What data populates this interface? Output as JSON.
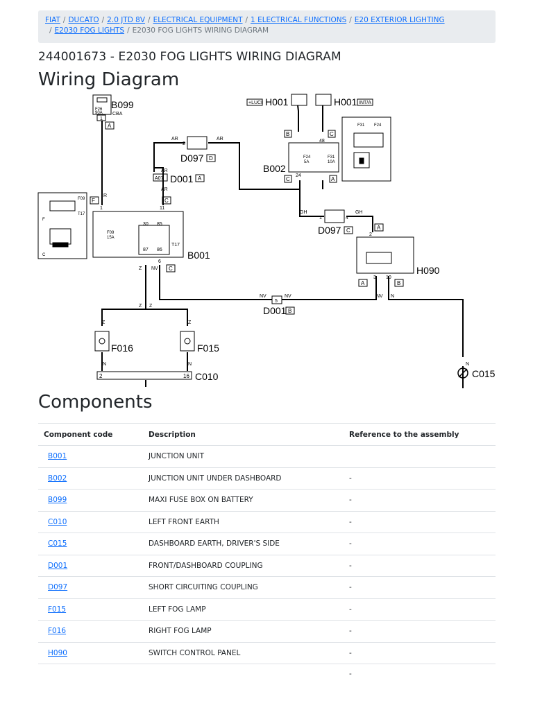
{
  "breadcrumb": {
    "items": [
      "FIAT",
      "DUCATO",
      "2.0 JTD 8V",
      "ELECTRICAL EQUIPMENT",
      "1 ELECTRICAL FUNCTIONS",
      "E20 EXTERIOR LIGHTING",
      "E2030 FOG LIGHTS"
    ],
    "current": "E2030 FOG LIGHTS WIRING DIAGRAM",
    "separator": "/"
  },
  "page_title": "244001673 - E2030 FOG LIGHTS WIRING DIAGRAM",
  "wiring_heading": "Wiring Diagram",
  "components_heading": "Components",
  "diagram": {
    "labels": {
      "b099": "B099",
      "cba": "CBA",
      "f26": "F26",
      "f26_rating": "90A",
      "h001_left": "H001",
      "luci": "+LUCI",
      "h001_right": "H001",
      "inta": "INT/A",
      "d097_top": "D097",
      "d097_mid": "D097",
      "b002": "B002",
      "d001_top": "D001",
      "a07": "A07",
      "f09": "F09",
      "t17": "T17",
      "t17_b": "T17",
      "b001": "B001",
      "f09_inner": "F09",
      "f09_rating": "15A",
      "f24": "F24",
      "f24_rating": "5A",
      "f31": "F31",
      "f31_rating": "10A",
      "f31_box": "F31",
      "f24_box": "F24",
      "h090": "H090",
      "d001_bottom": "D001",
      "f016": "F016",
      "f015": "F015",
      "c010": "C010",
      "c015": "C015",
      "ar": "AR",
      "r": "R",
      "gh": "GH",
      "nv": "NV",
      "n": "N",
      "z": "Z",
      "a": "A",
      "b": "B",
      "c": "C",
      "d": "D",
      "f": "F",
      "p1": "1",
      "p2": "2",
      "p3": "3",
      "p4": "4",
      "p5": "5",
      "p6": "6",
      "p10": "10",
      "p11": "11",
      "p16": "16",
      "p24": "24",
      "p30": "30",
      "p48": "48",
      "p85": "85",
      "p86": "86",
      "p87": "87"
    }
  },
  "table": {
    "headers": [
      "Component code",
      "Description",
      "Reference to the assembly"
    ],
    "rows": [
      {
        "code": "B001",
        "description": "JUNCTION UNIT",
        "reference": ""
      },
      {
        "code": "B002",
        "description": "JUNCTION UNIT UNDER DASHBOARD",
        "reference": "-"
      },
      {
        "code": "B099",
        "description": "MAXI FUSE BOX ON BATTERY",
        "reference": "-"
      },
      {
        "code": "C010",
        "description": "LEFT FRONT EARTH",
        "reference": "-"
      },
      {
        "code": "C015",
        "description": "DASHBOARD EARTH, DRIVER'S SIDE",
        "reference": "-"
      },
      {
        "code": "D001",
        "description": "FRONT/DASHBOARD COUPLING",
        "reference": "-"
      },
      {
        "code": "D097",
        "description": "SHORT CIRCUITING COUPLING",
        "reference": "-"
      },
      {
        "code": "F015",
        "description": "LEFT FOG LAMP",
        "reference": "-"
      },
      {
        "code": "F016",
        "description": "RIGHT FOG LAMP",
        "reference": "-"
      },
      {
        "code": "H090",
        "description": "SWITCH CONTROL PANEL",
        "reference": "-"
      }
    ],
    "trailing": "-"
  }
}
